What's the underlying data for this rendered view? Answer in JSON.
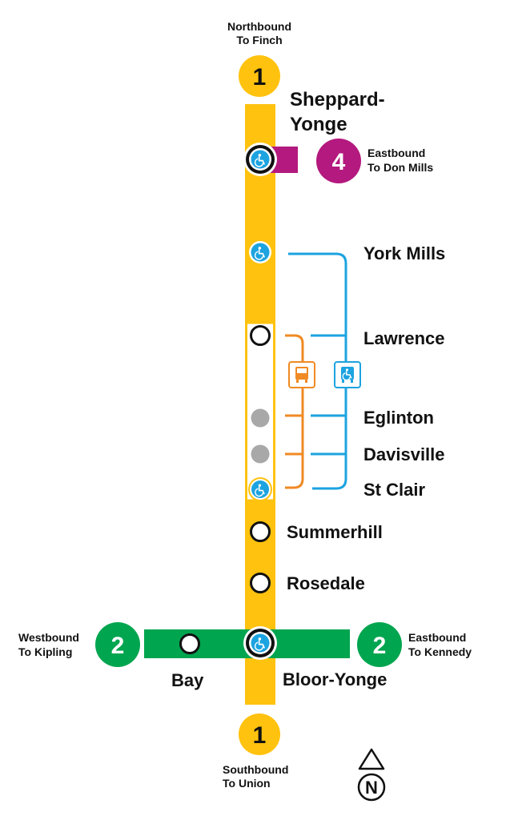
{
  "colors": {
    "line1": "#FFC20E",
    "line2": "#00A54F",
    "line4": "#B3197E",
    "shuttle_blue": "#1CA3E0",
    "shuttle_orange": "#F08A24",
    "inactive_gray": "#A8A8A8",
    "text": "#111111"
  },
  "lines": {
    "line1": "1",
    "line2": "2",
    "line4": "4"
  },
  "terminals": {
    "north": {
      "line1": "Northbound",
      "line2": "To Finch"
    },
    "south": {
      "line1": "Southbound",
      "line2": "To Union"
    },
    "east4": {
      "line1": "Eastbound",
      "line2": "To Don Mills"
    },
    "west2": {
      "line1": "Westbound",
      "line2": "To Kipling"
    },
    "east2": {
      "line1": "Eastbound",
      "line2": "To Kennedy"
    }
  },
  "stations": {
    "sheppard_yonge": {
      "line1": "Sheppard-",
      "line2": "Yonge",
      "accessible": true,
      "interchange": true
    },
    "york_mills": {
      "name": "York Mills",
      "accessible": true
    },
    "lawrence": {
      "name": "Lawrence",
      "accessible": false
    },
    "eglinton": {
      "name": "Eglinton",
      "closed": true
    },
    "davisville": {
      "name": "Davisville",
      "closed": true
    },
    "st_clair": {
      "name": "St Clair",
      "accessible": true
    },
    "summerhill": {
      "name": "Summerhill",
      "accessible": false
    },
    "rosedale": {
      "name": "Rosedale",
      "accessible": false
    },
    "bay": {
      "name": "Bay",
      "accessible": false
    },
    "bloor_yonge": {
      "name": "Bloor-Yonge",
      "accessible": true,
      "interchange": true
    }
  },
  "shuttles": {
    "bus_icon": "bus-icon",
    "accessible_bus_icon": "accessible-bus-icon"
  },
  "north_arrow": {
    "letter": "N"
  }
}
